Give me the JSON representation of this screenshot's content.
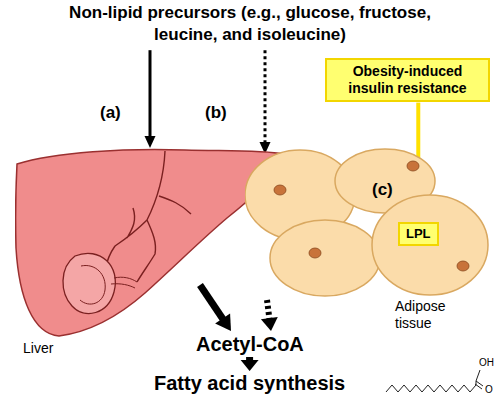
{
  "diagram": {
    "nodes": [
      {
        "text": [
          "Non-lipid precursors (e.g., glucose, fructose, leucine, and isoleucine)"
        ]
      },
      {
        "text": [
          "Obesity-induced insulin resistance"
        ]
      },
      {
        "text": [
          "Liver"
        ]
      },
      {
        "text": [
          "Adipose tissue"
        ]
      },
      {
        "text": [
          "LPL"
        ],
        "in": 3
      },
      {
        "text": [
          "Acetyl-CoA"
        ]
      },
      {
        "text": [
          "Fatty acid synthesis"
        ]
      }
    ],
    "edges": [
      {
        "from": 0,
        "to": 2,
        "arrow": "to"
      },
      {
        "from": 0,
        "to": 3,
        "arrow": "to"
      },
      {
        "from": 1,
        "to": 4,
        "arrow": "to"
      },
      {
        "from": 2,
        "to": 5,
        "arrow": "to"
      },
      {
        "from": 3,
        "to": 5,
        "arrow": "to"
      },
      {
        "from": 5,
        "to": 6,
        "arrow": "to"
      }
    ],
    "labels": [
      "(a)",
      "(b)",
      "(c)",
      "OH",
      "O"
    ]
  }
}
